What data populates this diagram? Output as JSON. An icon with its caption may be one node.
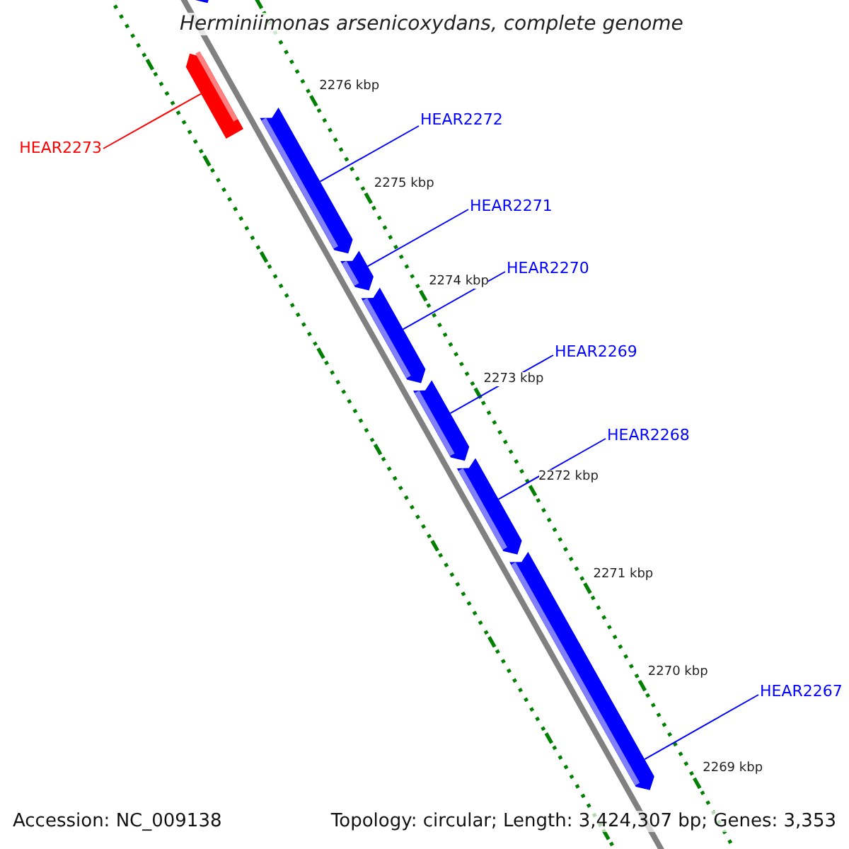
{
  "diagram": {
    "title": "Herminiimonas arsenicoxydans, complete genome",
    "nodes": [
      {
        "text": [
          "HEAR2272"
        ]
      },
      {
        "text": [
          "HEAR2273"
        ]
      },
      {
        "text": [
          "HEAR2271"
        ]
      },
      {
        "text": [
          "HEAR2270"
        ]
      },
      {
        "text": [
          "HEAR2269"
        ]
      },
      {
        "text": [
          "HEAR2268"
        ]
      },
      {
        "text": [
          "HEAR2267"
        ]
      },
      {
        "text": [],
        "shape": "arrow"
      },
      {
        "text": [],
        "shape": "arrow"
      },
      {
        "text": [],
        "shape": "arrow"
      },
      {
        "text": [],
        "shape": "arrow"
      },
      {
        "text": [],
        "shape": "arrow"
      },
      {
        "text": [],
        "shape": "arrow"
      },
      {
        "text": [],
        "shape": "arrow"
      },
      {
        "text": [],
        "shape": "arrow"
      }
    ],
    "edges": [
      {
        "from": 0,
        "to": 9,
        "arrow": "none"
      },
      {
        "from": 1,
        "to": 8,
        "arrow": "none",
        "color": "#ff0000"
      },
      {
        "from": 2,
        "to": 10,
        "arrow": "none"
      },
      {
        "from": 3,
        "to": 11,
        "arrow": "none"
      },
      {
        "from": 4,
        "to": 12,
        "arrow": "none"
      },
      {
        "from": 5,
        "to": 13,
        "arrow": "none"
      },
      {
        "from": 6,
        "to": 14,
        "arrow": "none"
      }
    ],
    "labels": [
      "2276 kbp",
      "2275 kbp",
      "2274 kbp",
      "2273 kbp",
      "2272 kbp",
      "2271 kbp",
      "2270 kbp",
      "2269 kbp",
      "Accession: NC_009138",
      "Topology: circular; Length: 3,424,307 bp; Genes: 3,353"
    ]
  }
}
